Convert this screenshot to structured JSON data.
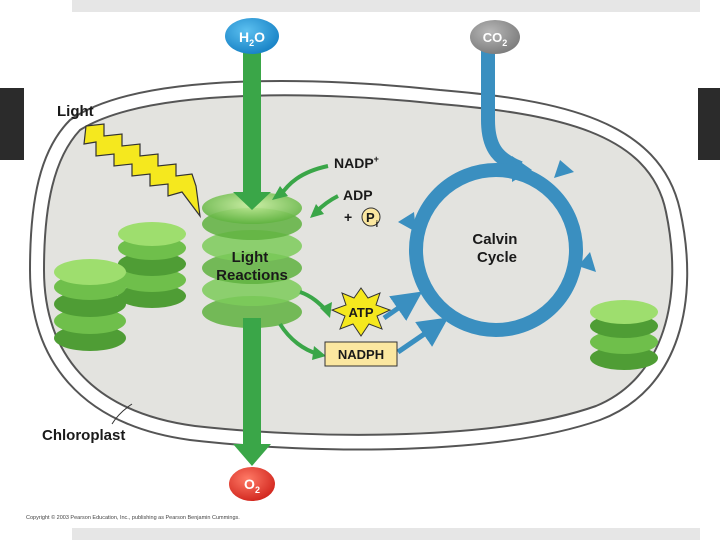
{
  "labels": {
    "h2o": {
      "main": "H",
      "sub": "2",
      "tail": "O"
    },
    "co2": {
      "main": "CO",
      "sub": "2"
    },
    "o2": {
      "main": "O",
      "sub": "2"
    },
    "light": "Light",
    "nadp": {
      "main": "NADP",
      "sup": "+"
    },
    "adp": "ADP",
    "plus": "+",
    "pi": {
      "main": "P",
      "sub": "i"
    },
    "light_reactions": [
      "Light",
      "Reactions"
    ],
    "calvin_cycle": [
      "Calvin",
      "Cycle"
    ],
    "atp": "ATP",
    "nadph": "NADPH",
    "chloroplast": "Chloroplast"
  },
  "copyright": "Copyright © 2003 Pearson Education, Inc., publishing as Pearson Benjamin Cummings.",
  "colors": {
    "stroma": "#e3e3df",
    "membrane": "#555555",
    "green_arrow": "#3aa648",
    "blue_cycle": "#3a8fc0",
    "h2o_node": "#1a8fd0",
    "co2_node": "#8a8a8a",
    "o2_node": "#e0302a",
    "lightning": "#f5e81e",
    "atp_star": "#f5e81e",
    "nadph_box": "#fbe7a0",
    "thylakoid": "#7ccb5a"
  }
}
